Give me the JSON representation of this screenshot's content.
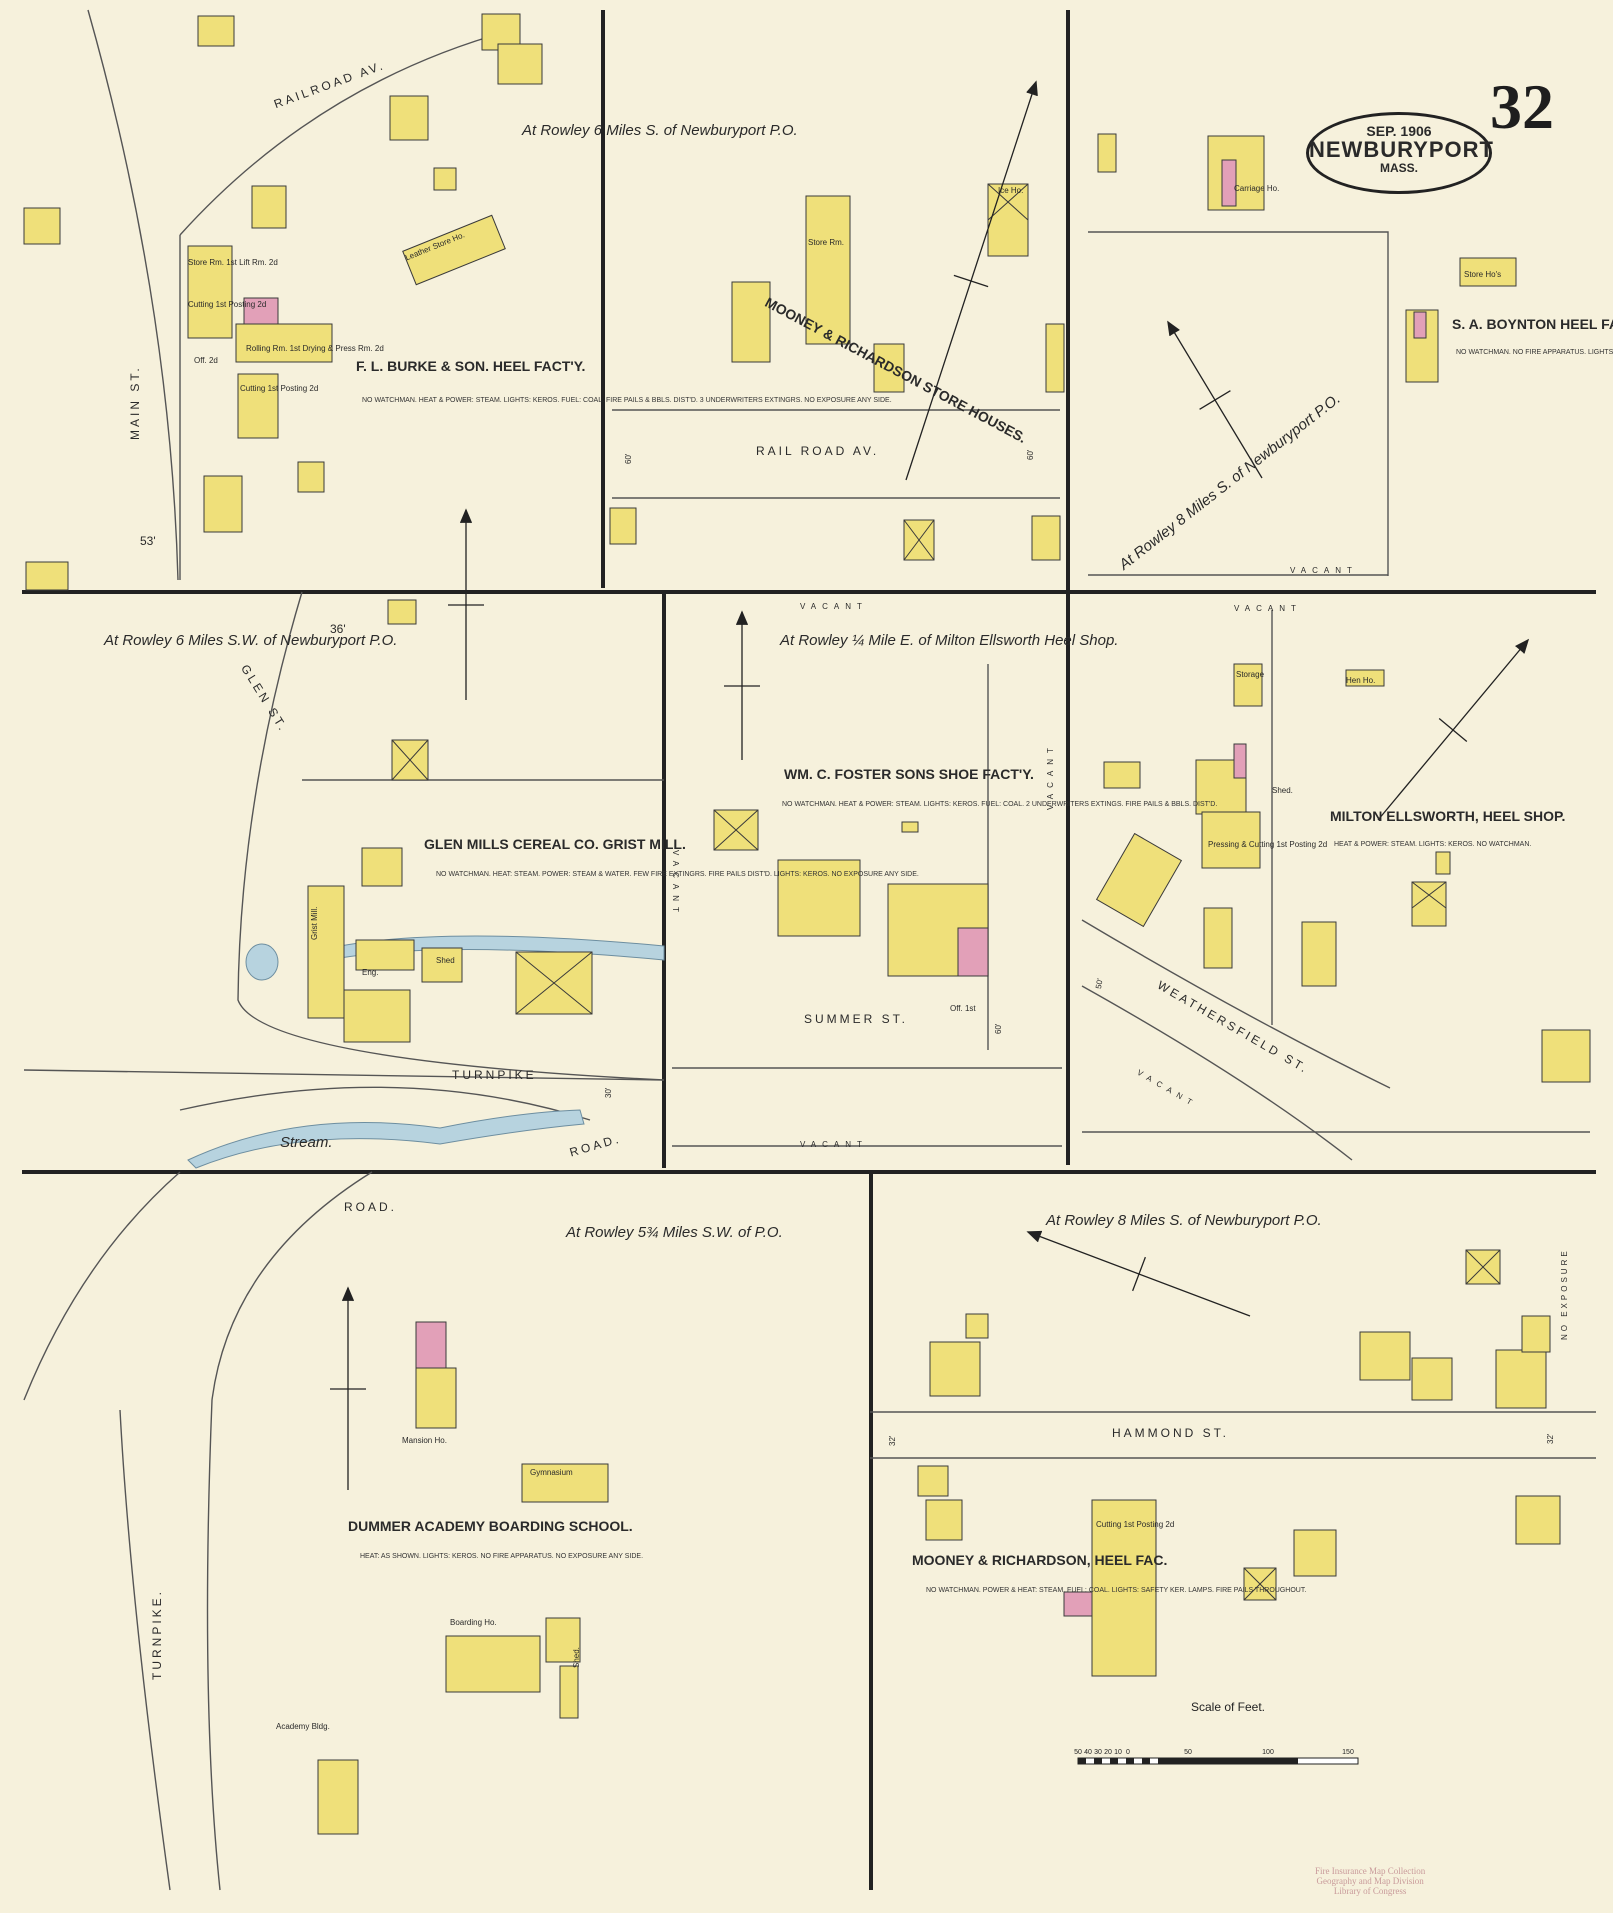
{
  "map": {
    "sheet_number": "32",
    "city": "NEWBURYPORT",
    "state": "MASS.",
    "date": "SEP. 1906",
    "scale_label": "Scale of Feet.",
    "scale_ticks": [
      "50",
      "40",
      "30",
      "20",
      "10",
      "0",
      "50",
      "100",
      "150"
    ],
    "locations": [
      "At Rowley 6 Miles S. of Newburyport P.O.",
      "At Rowley 6 Miles S.W. of Newburyport P.O.",
      "At Rowley ¼ Mile E. of Milton Ellsworth Heel Shop.",
      "At Rowley 8 Miles S. of Newburyport P.O.",
      "At Rowley 5¾ Miles S.W. of P.O.",
      "At Rowley 8 Miles S. of Newburyport P.O."
    ],
    "businesses": [
      {
        "name": "F. L. BURKE & SON. HEEL FACT'Y.",
        "note": "NO WATCHMAN. HEAT & POWER: STEAM. LIGHTS: KEROS. FUEL: COAL. FIRE PAILS & BBLS. DIST'D. 3 UNDERWRITERS EXTINGRS. NO EXPOSURE ANY SIDE."
      },
      {
        "name": "MOONEY & RICHARDSON STORE HOUSES."
      },
      {
        "name": "S. A. BOYNTON HEEL FAC.",
        "note": "NO WATCHMAN. NO FIRE APPARATUS. LIGHTS: KEROS. HEAT & POWER: STEAM."
      },
      {
        "name": "GLEN MILLS CEREAL CO. GRIST MILL.",
        "note": "NO WATCHMAN. HEAT: STEAM. POWER: STEAM & WATER. FEW FIRE EXTINGRS. FIRE PAILS DIST'D. LIGHTS: KEROS. NO EXPOSURE ANY SIDE."
      },
      {
        "name": "WM. C. FOSTER SONS SHOE FACT'Y.",
        "note": "NO WATCHMAN. HEAT & POWER: STEAM. LIGHTS: KEROS. FUEL: COAL. 2 UNDERWRITERS EXTINGS. FIRE PAILS & BBLS. DIST'D."
      },
      {
        "name": "MILTON ELLSWORTH, HEEL SHOP.",
        "note": "HEAT & POWER: STEAM. LIGHTS: KEROS. NO WATCHMAN."
      },
      {
        "name": "DUMMER ACADEMY BOARDING SCHOOL.",
        "note": "HEAT: AS SHOWN. LIGHTS: KEROS. NO FIRE APPARATUS. NO EXPOSURE ANY SIDE."
      },
      {
        "name": "MOONEY & RICHARDSON, HEEL FAC.",
        "note": "NO WATCHMAN. POWER & HEAT: STEAM. FUEL: COAL. LIGHTS: SAFETY KER. LAMPS. FIRE PAILS THROUGHOUT."
      }
    ],
    "streets": [
      "RAILROAD AV.",
      "MAIN ST.",
      "RAIL ROAD AV.",
      "GLEN ST.",
      "TURNPIKE",
      "ROAD.",
      "SUMMER ST.",
      "WEATHERSFIELD ST.",
      "HAMMOND ST.",
      "TURNPIKE.",
      "ROAD."
    ],
    "water": [
      "Stream."
    ],
    "building_labels": [
      "Leather Store Ho.",
      "Store Rm. 1st Lift Rm. 2d",
      "Cutting 1st Posting 2d",
      "Rolling Rm. 1st Drying & Press Rm. 2d",
      "Cutting 1st Posting 2d",
      "Store Rm.",
      "Ice Ho.",
      "Carriage Ho.",
      "Store Ho's",
      "Grist Mill.",
      "Eng.",
      "Shed",
      "Storage",
      "Hen Ho.",
      "Pressing & Cutting 1st Posting 2d",
      "Shed.",
      "Mansion Ho.",
      "Gymnasium",
      "Boarding Ho.",
      "Shed.",
      "Academy Bldg.",
      "Cutting 1st Posting 2d",
      "Off. 2d",
      "Off. 1st"
    ],
    "marginal": [
      "VACANT",
      "VACANT",
      "VACANT",
      "VACANT",
      "VACANT",
      "VACANT",
      "VACANT",
      "NO EXPOSURE",
      "60'",
      "60'",
      "53'",
      "36'",
      "30'",
      "60'",
      "50'",
      "32'",
      "32'"
    ],
    "stamp": [
      "Fire Insurance Map Collection",
      "Geography and Map Division",
      "Library of Congress"
    ]
  },
  "colors": {
    "paper": "#f6f1dc",
    "frame": "#2a2a2a",
    "frame_building": "#efe07a",
    "brick_building": "#e2a0b8",
    "stone_building": "#b8c2cc",
    "water": "#b7d3df",
    "line": "#444444"
  }
}
